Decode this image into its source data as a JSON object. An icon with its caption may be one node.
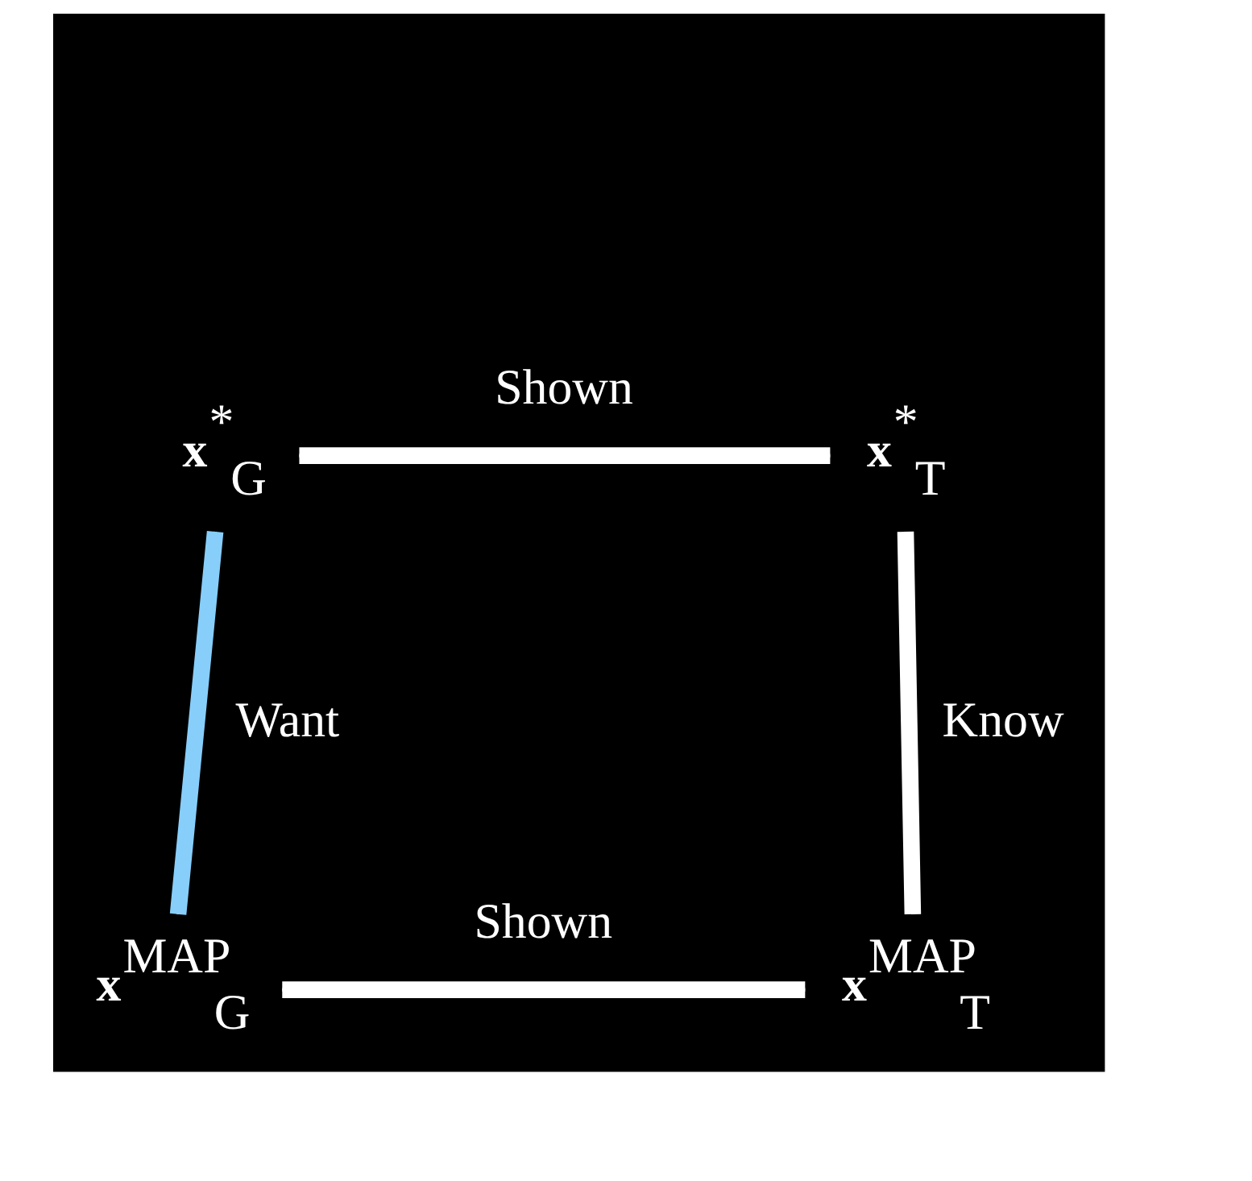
{
  "diagram": {
    "nodes": [
      {
        "text": [
          "**x**$^{*}$$_{G}$"
        ]
      },
      {
        "text": [
          "**x**$^{*}$$_{T}$"
        ]
      },
      {
        "text": [
          "**x**$^{MAP}$$_{G}$"
        ]
      },
      {
        "text": [
          "**x**$^{MAP}$$_{T}$"
        ]
      }
    ],
    "edges": [
      {
        "from": 0,
        "to": 1,
        "arrow": "none",
        "label": "Shown"
      },
      {
        "from": 0,
        "to": 2,
        "arrow": "none",
        "label": "Want",
        "color": "#87cefa"
      },
      {
        "from": 1,
        "to": 3,
        "arrow": "none",
        "label": "Know"
      },
      {
        "from": 2,
        "to": 3,
        "arrow": "none",
        "label": "Shown"
      }
    ]
  }
}
